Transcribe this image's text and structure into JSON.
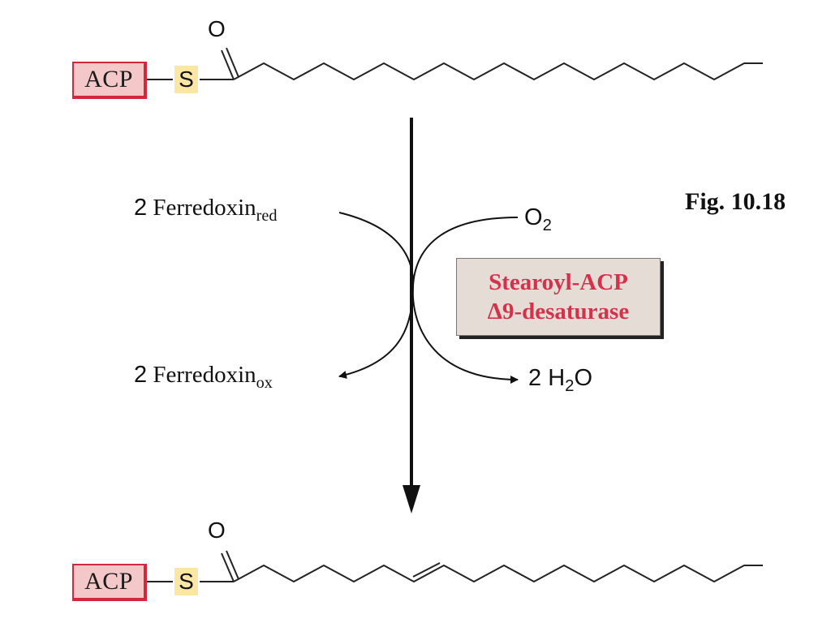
{
  "figure_label": "Fig. 10.18",
  "top_molecule": {
    "carrier": "ACP",
    "linker_atom": "S",
    "carbonyl_oxygen": "O"
  },
  "bottom_molecule": {
    "carrier": "ACP",
    "linker_atom": "S",
    "carbonyl_oxygen": "O"
  },
  "reductant": {
    "coefficient": "2",
    "name": "Ferredoxin",
    "state": "red"
  },
  "oxidized_product": {
    "coefficient": "2",
    "name": "Ferredoxin",
    "state": "ox"
  },
  "oxygen": {
    "symbol": "O",
    "subscript": "2"
  },
  "water": {
    "coefficient": "2",
    "symbol_h": "H",
    "subscript": "2",
    "symbol_o": "O"
  },
  "enzyme": {
    "line1": "Stearoyl-ACP",
    "line2": "Δ9-desaturase"
  },
  "colors": {
    "acp_fill": "#f4c8c8",
    "acp_border": "#d4283a",
    "s_fill": "#fbe6a6",
    "enzyme_fill": "#e6dcd6",
    "enzyme_text": "#d4314b"
  }
}
